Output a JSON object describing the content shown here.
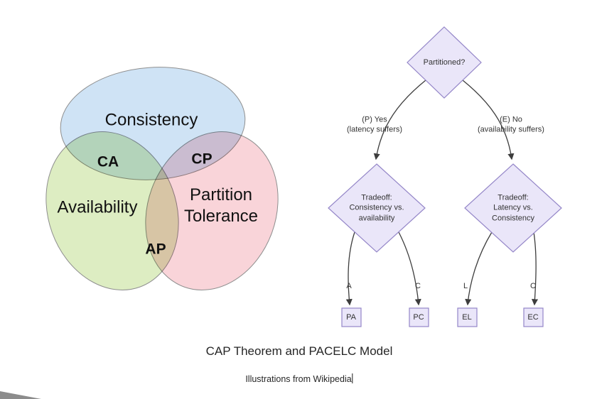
{
  "venn": {
    "labels": {
      "consistency": "Consistency",
      "availability": "Availability",
      "partition_line1": "Partition",
      "partition_line2": "Tolerance",
      "ca": "CA",
      "cp": "CP",
      "ap": "AP"
    },
    "colors": {
      "consistency_fill": "#cfe3f5",
      "availability_fill": "#ddedc2",
      "partition_fill": "#f9d4d9",
      "outline": "#8f8f8f"
    }
  },
  "tree": {
    "root_label": "Partitioned?",
    "branch_left_line1": "(P) Yes",
    "branch_left_line2": "(latency suffers)",
    "branch_right_line1": "(E) No",
    "branch_right_line2": "(availability suffers)",
    "node_left_line1": "Tradeoff:",
    "node_left_line2": "Consistency vs.",
    "node_left_line3": "availability",
    "node_right_line1": "Tradeoff:",
    "node_right_line2": "Latency vs.",
    "node_right_line3": "Consistency",
    "edge_label_a": "A",
    "edge_label_c_left": "C",
    "edge_label_l": "L",
    "edge_label_c_right": "C",
    "leaf_pa": "PA",
    "leaf_pc": "PC",
    "leaf_el": "EL",
    "leaf_ec": "EC",
    "colors": {
      "node_fill": "#eae6f9",
      "node_border": "#9486c8",
      "arrow": "#3d3d3d"
    }
  },
  "captions": {
    "title": "CAP Theorem and PACELC Model",
    "subtitle": "Illustrations from Wikipedia"
  }
}
